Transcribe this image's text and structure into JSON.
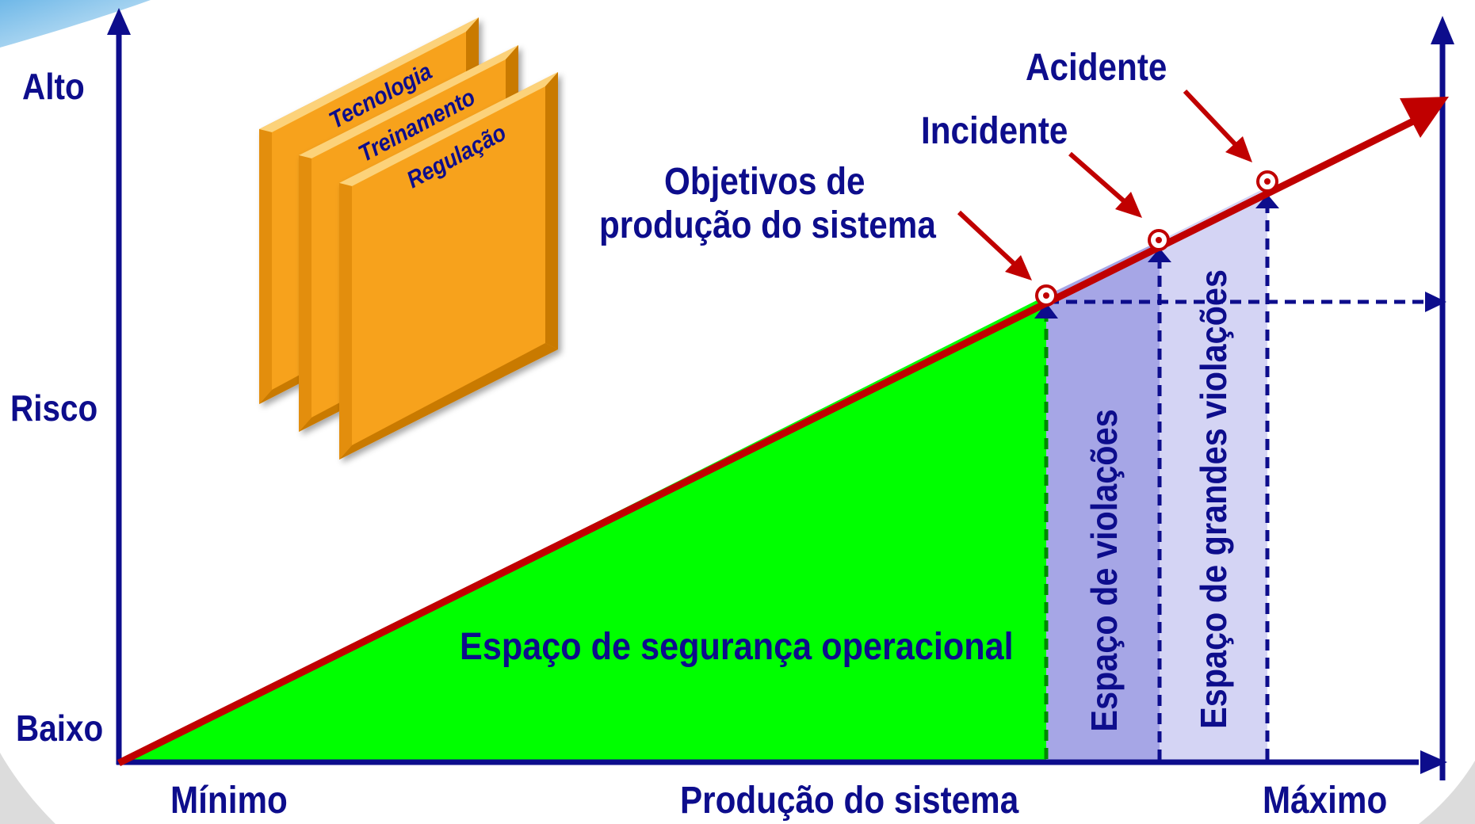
{
  "y_axis": {
    "high": "Alto",
    "middle": "Risco",
    "low": "Baixo"
  },
  "x_axis": {
    "min": "Mínimo",
    "title": "Produção do sistema",
    "max": "Máximo"
  },
  "points": {
    "objectives_line1": "Objetivos de",
    "objectives_line2": "produção do sistema",
    "incident": "Incidente",
    "accident": "Acidente"
  },
  "zones": {
    "safety": "Espaço de segurança operacional",
    "violations": "Espaço de violações",
    "major_violations": "Espaço de grandes violações"
  },
  "panels": [
    "Tecnologia",
    "Treinamento",
    "Regulação"
  ],
  "colors": {
    "axis": "#0d0d8c",
    "risk_line": "#c00000",
    "safety_zone": "#00ff00",
    "violation_zone": "#a6a6e6",
    "major_violation_zone": "#d4d4f4",
    "panel": "#f7a21a",
    "dashed_green": "#008a00",
    "marker_ring": "#c00000"
  },
  "icons": {
    "axis_arrowhead": "triangle-arrow",
    "point_marker": "ring-marker",
    "panel_shape": "beveled-square"
  }
}
